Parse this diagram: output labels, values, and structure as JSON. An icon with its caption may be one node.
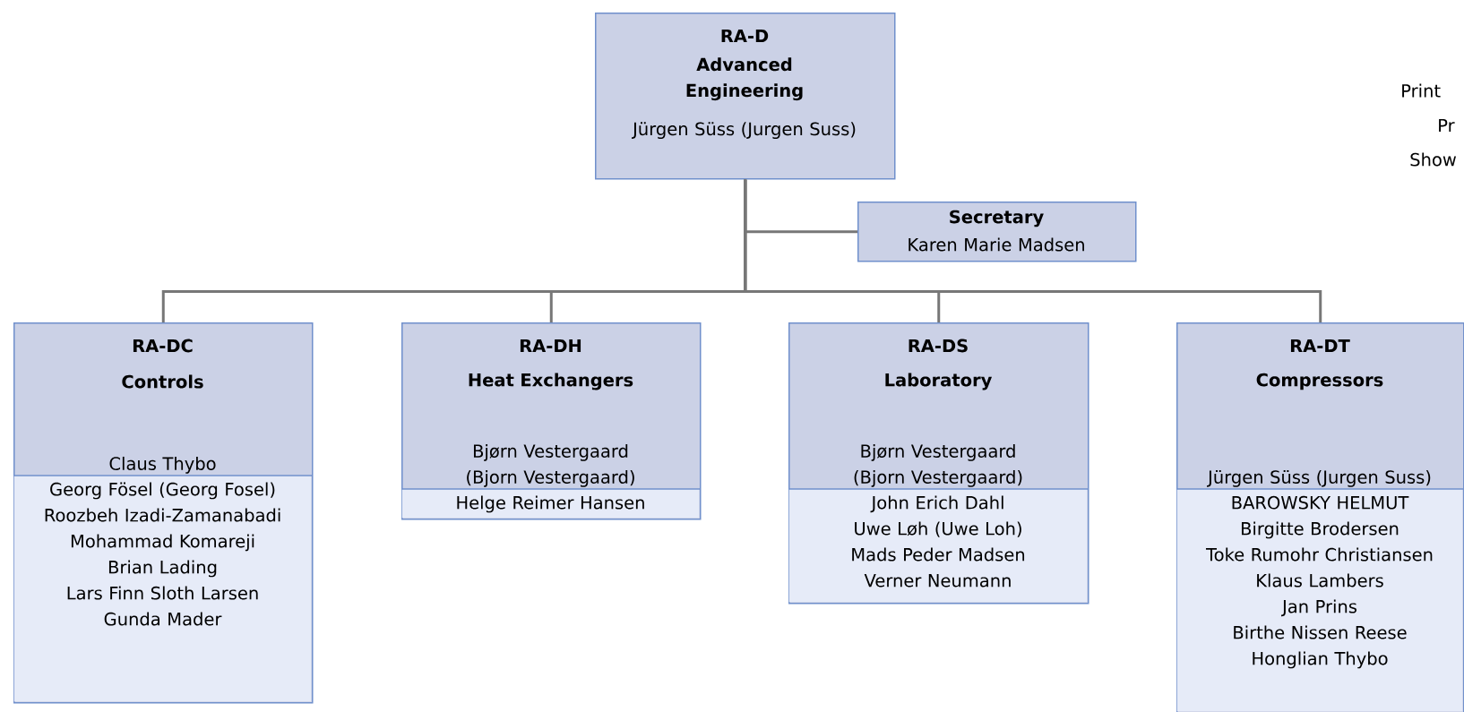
{
  "diagram": {
    "nodes": [
      {
        "text": [
          "RA-D",
          "Advanced Engineering",
          "Jürgen Süss (Jurgen Suss)"
        ]
      },
      {
        "text": [
          "Secretary",
          "Karen Marie Madsen"
        ]
      },
      {
        "text": [
          "RA-DC",
          "Controls",
          "Claus Thybo",
          "Georg Fösel (Georg Fosel)",
          "Roozbeh Izadi-Zamanabadi",
          "Mohammad Komareji",
          "Brian Lading",
          "Lars Finn Sloth Larsen",
          "Gunda Mader"
        ]
      },
      {
        "text": [
          "RA-DH",
          "Heat Exchangers",
          "Bjørn Vestergaard (Bjorn Vestergaard)",
          "Helge Reimer Hansen"
        ]
      },
      {
        "text": [
          "RA-DS",
          "Laboratory",
          "Bjørn Vestergaard (Bjorn Vestergaard)",
          "John Erich Dahl",
          "Uwe Løh (Uwe Loh)",
          "Mads Peder Madsen",
          "Verner Neumann"
        ]
      },
      {
        "text": [
          "RA-DT",
          "Compressors",
          "Jürgen Süss (Jurgen Suss)",
          "BAROWSKY HELMUT",
          "Birgitte Brodersen",
          "Toke Rumohr Christiansen",
          "Klaus Lambers",
          "Jan Prins",
          "Birthe Nissen Reese",
          "Honglian Thybo"
        ]
      }
    ],
    "edges": [
      {
        "from": 0,
        "to": 1,
        "arrow": "none"
      },
      {
        "from": 0,
        "to": 2,
        "arrow": "none"
      },
      {
        "from": 0,
        "to": 3,
        "arrow": "none"
      },
      {
        "from": 0,
        "to": 4,
        "arrow": "none"
      },
      {
        "from": 0,
        "to": 5,
        "arrow": "none"
      }
    ],
    "labels": [
      "Print",
      "Pr",
      "Show"
    ]
  }
}
